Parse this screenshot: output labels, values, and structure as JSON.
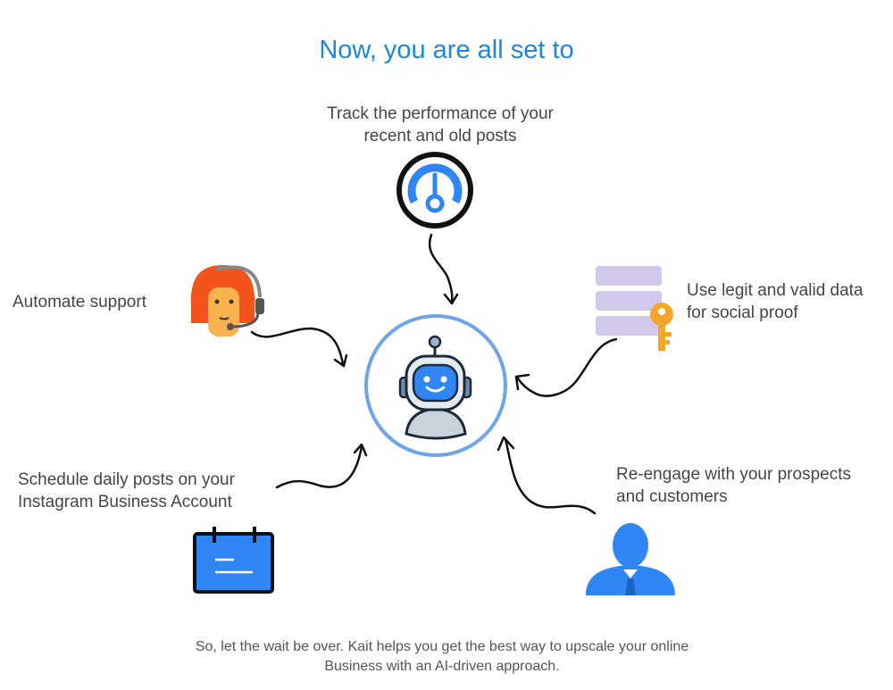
{
  "header": {
    "title": "Now, you are all set to"
  },
  "features": {
    "track": {
      "line1": "Track the performance of your",
      "line2": "recent and old posts"
    },
    "support": {
      "label": "Automate support"
    },
    "proof": {
      "line1": "Use legit and valid data",
      "line2": "for social proof"
    },
    "schedule": {
      "line1": "Schedule daily posts on your",
      "line2": "Instagram Business Account"
    },
    "reengage": {
      "line1": "Re-engage with your prospects",
      "line2": "and customers"
    }
  },
  "footer": {
    "line1": "So, let the wait be over. Kait helps you get the best way to upscale your online",
    "line2": "Business with an AI-driven approach."
  },
  "icons": {
    "center": "chatbot-robot-icon",
    "track": "gauge-meter-icon",
    "support": "support-agent-headset-icon",
    "proof": "database-key-icon",
    "schedule": "calendar-icon",
    "reengage": "user-profile-icon"
  },
  "colors": {
    "title": "#1f86d8",
    "accent_blue": "#2f86f4",
    "ring": "#6fa4e8",
    "agent_hair": "#f2541b",
    "agent_skin": "#f9b24e",
    "db_purple": "#d2c8ec",
    "key_orange": "#f4a62a"
  }
}
